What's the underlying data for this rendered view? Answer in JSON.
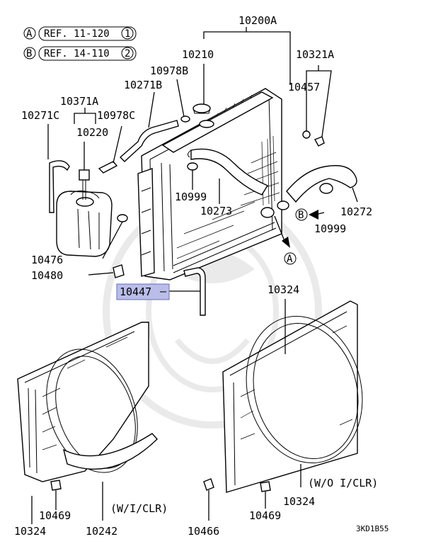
{
  "refs": [
    {
      "letter": "A",
      "text": "REF. 11-120",
      "num": "1"
    },
    {
      "letter": "B",
      "text": "REF. 14-110",
      "num": "2"
    }
  ],
  "labels": {
    "p10200A": "10200A",
    "p10210": "10210",
    "p10321A": "10321A",
    "p10978B": "10978B",
    "p10271B": "10271B",
    "p10457": "10457",
    "p10371A": "10371A",
    "p10271C": "10271C",
    "p10978C": "10978C",
    "p10220": "10220",
    "p10999a": "10999",
    "p10273": "10273",
    "p10272": "10272",
    "p10999b": "10999",
    "p10476": "10476",
    "p10480": "10480",
    "p10447": "10447",
    "p10324top": "10324",
    "p10324left": "10324",
    "p10242": "10242",
    "p10469left": "10469",
    "p10466": "10466",
    "p10469right": "10469",
    "p10324right": "10324"
  },
  "markers": {
    "a": "A",
    "b": "B"
  },
  "notes": {
    "with_clr": "(W/I/CLR)",
    "without_clr": "(W/O I/CLR)"
  },
  "diagram_code": "3KD1B55"
}
